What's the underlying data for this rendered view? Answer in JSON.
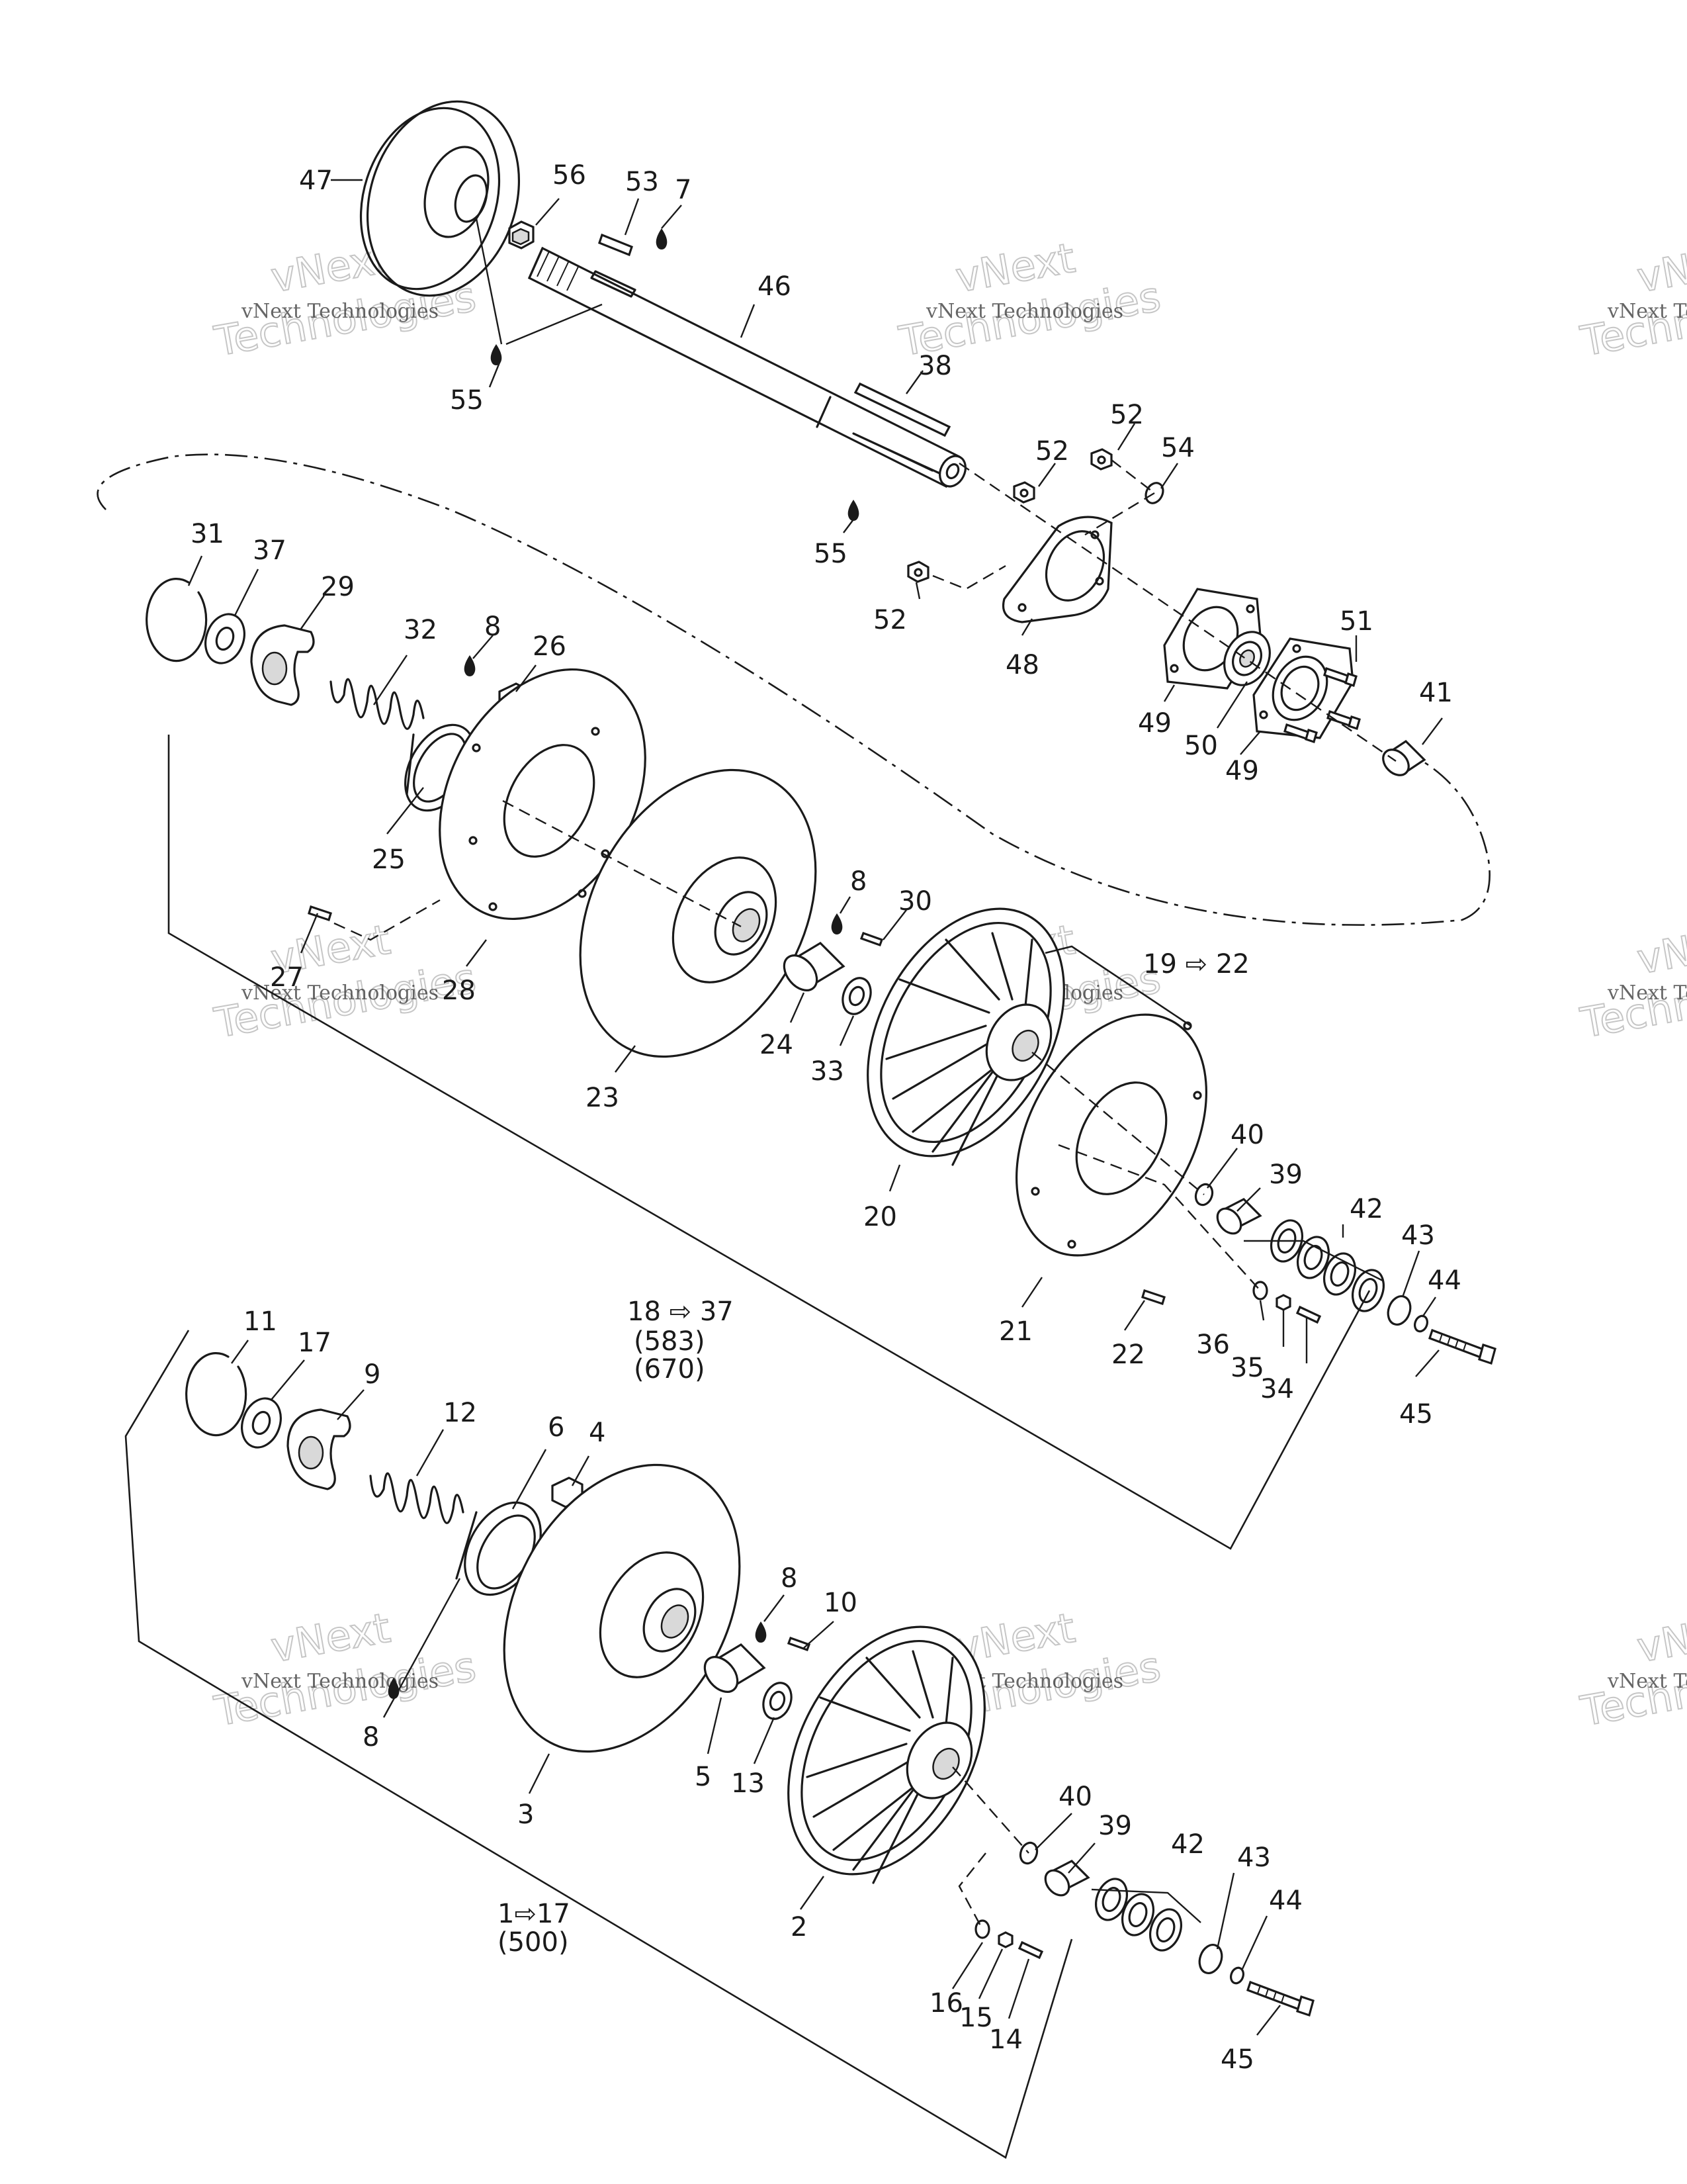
{
  "labels": {
    "l47": "47",
    "l56": "56",
    "l53": "53",
    "l7": "7",
    "l46": "46",
    "l55a": "55",
    "l38": "38",
    "l52a": "52",
    "l52b": "52",
    "l54": "54",
    "l55b": "55",
    "l52c": "52",
    "l48": "48",
    "l51": "51",
    "l41": "41",
    "l49a": "49",
    "l50": "50",
    "l49b": "49",
    "l31": "31",
    "l37": "37",
    "l29": "29",
    "l32": "32",
    "l8a": "8",
    "l26": "26",
    "l25": "25",
    "l27": "27",
    "l28": "28",
    "l23": "23",
    "l8b": "8",
    "l30": "30",
    "l24": "24",
    "l33": "33",
    "l19": "19 ⇨ 22",
    "l20": "20",
    "l21": "21",
    "l22": "22",
    "l40a": "40",
    "l39a": "39",
    "l42a": "42",
    "l43a": "43",
    "l44a": "44",
    "l36": "36",
    "l35": "35",
    "l34": "34",
    "l45a": "45",
    "g18a": "18 ⇨ 37",
    "g18b": "(583)",
    "g18c": "(670)",
    "l11": "11",
    "l17": "17",
    "l9": "9",
    "l12": "12",
    "l6": "6",
    "l4": "4",
    "l8c": "8",
    "l8d": "8",
    "l10": "10",
    "l5": "5",
    "l13": "13",
    "l3": "3",
    "l2": "2",
    "l40b": "40",
    "l39b": "39",
    "l42b": "42",
    "l43b": "43",
    "l44b": "44",
    "l16": "16",
    "l15": "15",
    "l14": "14",
    "l45b": "45",
    "g1a": "1⇨17",
    "g1b": "(500)"
  },
  "watermark": {
    "line1": "vNext Technologies",
    "line2": "vNext",
    "line3": "Technologies"
  }
}
